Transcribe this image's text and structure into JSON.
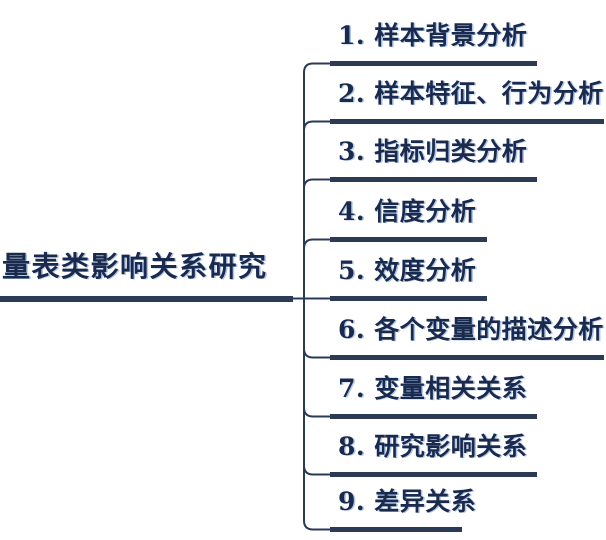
{
  "diagram": {
    "type": "mindmap",
    "root": {
      "label": "量表类影响关系研究"
    },
    "branches": [
      {
        "label": "1. 样本背景分析"
      },
      {
        "label": "2. 样本特征、行为分析"
      },
      {
        "label": "3. 指标归类分析"
      },
      {
        "label": "4. 信度分析"
      },
      {
        "label": "5. 效度分析"
      },
      {
        "label": "6. 各个变量的描述分析"
      },
      {
        "label": "7. 变量相关关系"
      },
      {
        "label": "8. 研究影响关系"
      },
      {
        "label": "9. 差异关系"
      }
    ],
    "colors": {
      "line": "#2b3a55",
      "text": "#1a2a4c",
      "background": "#ffffff"
    }
  }
}
